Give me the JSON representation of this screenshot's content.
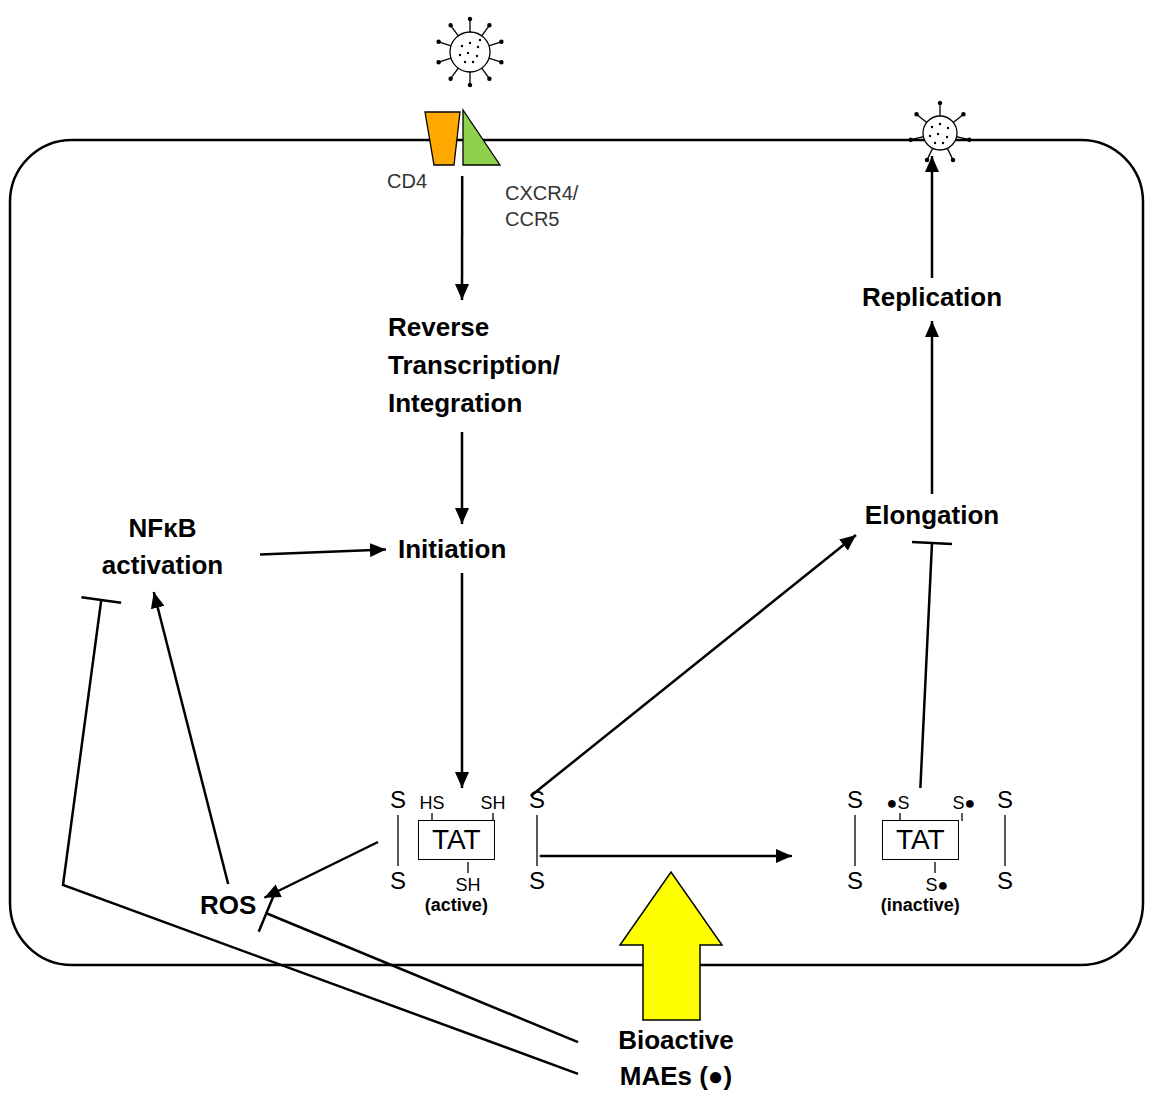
{
  "diagram": {
    "nodes": [
      {
        "text": [
          "CD4",
          "CXCR4/ CCR5"
        ]
      },
      {
        "text": [
          "Reverse Transcription/ Integration"
        ]
      },
      {
        "text": [
          "Initiation"
        ]
      },
      {
        "text": [
          "NFκB activation"
        ]
      },
      {
        "text": [
          "TAT",
          "(active)"
        ]
      },
      {
        "text": [
          "ROS"
        ]
      },
      {
        "text": [
          "TAT",
          "(inactive)"
        ]
      },
      {
        "text": [
          "Elongation"
        ]
      },
      {
        "text": [
          "Replication"
        ]
      },
      {
        "text": [
          "Bioactive MAEs (●)"
        ]
      }
    ],
    "edges": [
      {
        "from": 0,
        "to": 1,
        "arrow": "to"
      },
      {
        "from": 1,
        "to": 2,
        "arrow": "to"
      },
      {
        "from": 3,
        "to": 2,
        "arrow": "to"
      },
      {
        "from": 2,
        "to": 4,
        "arrow": "to"
      },
      {
        "from": 4,
        "to": 7,
        "arrow": "to"
      },
      {
        "from": 4,
        "to": 6,
        "arrow": "to"
      },
      {
        "from": 4,
        "to": 5,
        "arrow": "to"
      },
      {
        "from": 5,
        "to": 3,
        "arrow": "to"
      },
      {
        "from": 6,
        "to": 7,
        "arrow": "to"
      },
      {
        "from": 7,
        "to": 8,
        "arrow": "to"
      },
      {
        "from": 9,
        "to": 5,
        "arrow": "to"
      },
      {
        "from": 9,
        "to": 3,
        "arrow": "to"
      }
    ],
    "labels": [
      "S",
      "S",
      "HS",
      "SH",
      "S",
      "S",
      "SH",
      "S",
      "S",
      "●S",
      "S●",
      "S",
      "S",
      "S●"
    ]
  }
}
